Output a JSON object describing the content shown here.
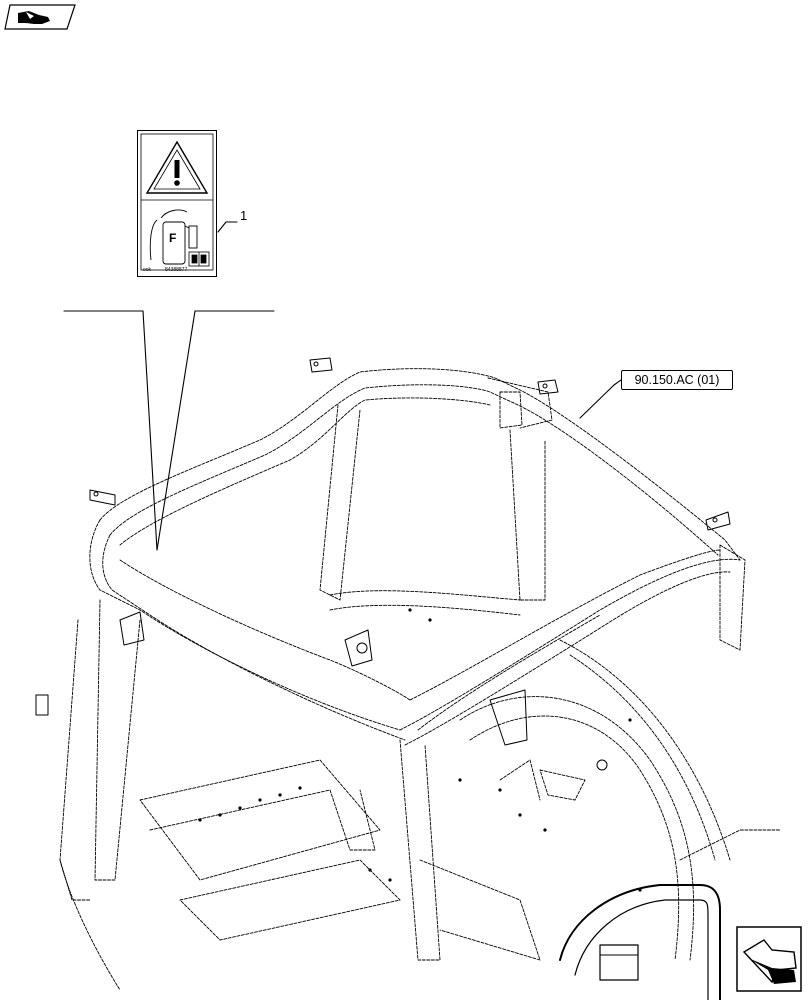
{
  "callout": {
    "number": "1"
  },
  "reference": {
    "label": "90.150.AC (01)"
  },
  "decal": {
    "symbol_letter": "F",
    "footer_left": "ook",
    "footer_right": "84388877"
  },
  "icons": {
    "top_nav": "book-hand-icon",
    "bottom_nav": "page-back-arrow-icon"
  }
}
